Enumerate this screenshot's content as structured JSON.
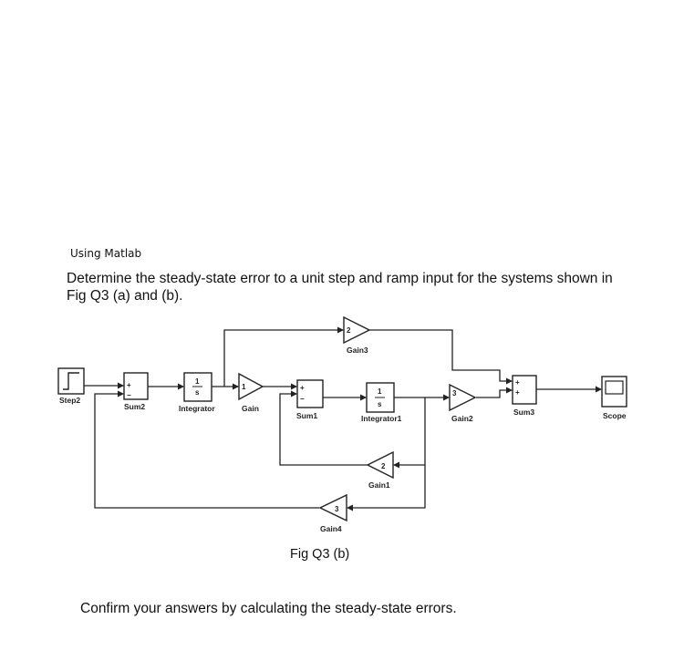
{
  "header": {
    "tool_note": "Using Matlab"
  },
  "question": {
    "text": "Determine the steady-state error to a unit step and ramp input for the systems shown in Fig Q3 (a) and (b)."
  },
  "diagram": {
    "caption": "Fig Q3 (b)",
    "blocks": {
      "step2": "Step2",
      "sum2": "Sum2",
      "integrator": "Integrator",
      "gain": "Gain",
      "sum1": "Sum1",
      "integrator1": "Integrator1",
      "gain2": "Gain2",
      "sum3": "Sum3",
      "scope": "Scope",
      "gain3": "Gain3",
      "gain1": "Gain1",
      "gain4": "Gain4"
    },
    "gain_values": {
      "gain": "1",
      "gain3": "2",
      "gain2": "3",
      "gain1": "2",
      "gain4": "3"
    },
    "integrator_tf": {
      "num": "1",
      "den": "s"
    }
  },
  "footer": {
    "text": "Confirm your answers by calculating the steady-state errors."
  }
}
